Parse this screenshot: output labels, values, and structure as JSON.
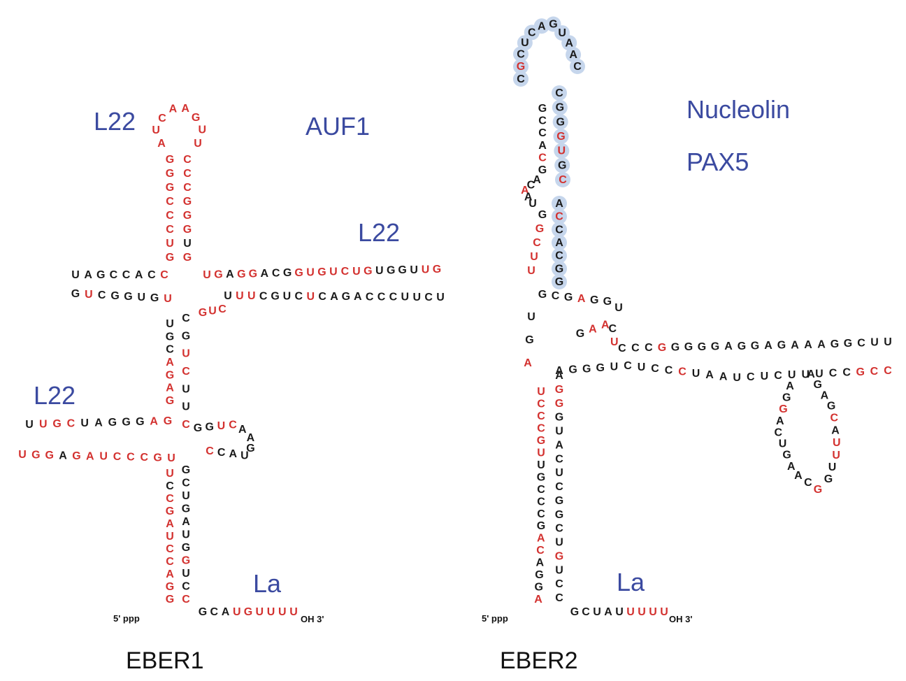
{
  "colors": {
    "black": "#1a1a1a",
    "red": "#d3312f",
    "label_blue": "#3b4aa0",
    "highlight": "#c6d6ec"
  },
  "labels": {
    "eber1_l22_top": "L22",
    "eber1_auf1": "AUF1",
    "eber1_l22_right": "L22",
    "eber1_l22_left": "L22",
    "eber1_la": "La",
    "eber2_nucleolin": "Nucleolin",
    "eber2_pax5": "PAX5",
    "eber2_la": "La"
  },
  "titles": {
    "eber1": "EBER1",
    "eber2": "EBER2"
  },
  "termini": {
    "eber1_5prime": "5' ppp",
    "eber1_3prime": "OH 3'",
    "eber2_5prime": "5' ppp",
    "eber2_3prime": "OH 3'"
  },
  "eber1": {
    "upper_stem_left": "GGGCCCUG",
    "upper_stem_left_colors": "RRRRRRRR",
    "upper_stem_right": "CCCGGGUG",
    "upper_stem_right_colors": "RRRRRRKR",
    "top_loop": "AUCAAGUU",
    "top_loop_colors": "RRRRRRRR",
    "left_arm_top": "UAGCCACC",
    "left_arm_top_colors": "KKKKKKKR",
    "left_arm_bottom": "GUCGGUGU",
    "left_arm_bottom_colors": "KRKKKKKR",
    "right_arm_top": "UGAGGACGGUGUCUGUGGUUG",
    "right_arm_top_colors": "RRKRRKKKRRRRRRRKKKKRR",
    "right_arm_bottom": "UUUCGUCUCAGACCCUUCU",
    "right_arm_bottom_colors": "KRRKKKKRKKKKKKKKKKK",
    "junction_extra": "GUC",
    "junction_extra_colors": "RRR",
    "mid_stem_left": "UGCAGAG",
    "mid_stem_left_colors": "KKKRRRR",
    "mid_stem_right": "CGUCUUC",
    "mid_stem_right_colors": "KKRRKKR",
    "lower_left_arm_top": "UUGCUAGGGAG",
    "lower_left_arm_top_colors": "KRRRKKKKKRR",
    "lower_left_arm_bottom": "UGGAGAUCCCGU",
    "lower_left_arm_bottom_colors": "RRRKRRRRRRRR",
    "lower_right_loop": "GGUCAAGUACC",
    "lower_right_loop_colors": "KKRRKKKKKKR",
    "bottom_stem_left": "UCCGAUCCAGG",
    "bottom_stem_left_colors": "RKRRRRRRRRR",
    "bottom_stem_right": "GCUGAUGGUCC",
    "bottom_stem_right_colors": "KKKKKKKRKKR",
    "tail": "GCAUGUUUU",
    "tail_colors": "KKKRRRRRR"
  },
  "eber2": {
    "top_loop": "CGCUCAGUAAC",
    "top_loop_colors": "KRKKKKKKKKK",
    "stem1_left": "GCCACG",
    "stem1_left_colors": "KKKKRK",
    "stem1_right": "CGGGUGC",
    "stem1_right_colors": "KKKRRKR",
    "bulge": "ACAAU",
    "bulge_colors": "KKRKK",
    "stem2_left": "GGCUU",
    "stem2_left_colors": "KRRRR",
    "stem2_right": "ACCACGG",
    "stem2_right_colors": "KRKKKKK",
    "junction": "GCGAGGU",
    "junction_colors": "KKKRKKK",
    "side_strand": "UGA",
    "side_strand_colors": "KKR",
    "branch_top": "GAACUCCCGGGGGAGGAGAAAGGCUU",
    "branch_top_colors": "KRRKRKKKRKKKKKKKKKKKKKKKKK",
    "branch_bottom": "AGGGUCUCCCUAAUCUCUUUCCGCC",
    "branch_bottom_colors": "KKKKKKKKKRKKKKKKKKKKKKRRR",
    "hairpin_left": "AGGACUGAACG",
    "hairpin_left_colors": "KKRKKKKKKKR",
    "hairpin_right": "AGAGCAUUUG",
    "hairpin_right_colors": "KKKKRKRRKK",
    "lower_stem_left": "UCCCGUUGCCCGACAGGA",
    "lower_stem_left_colors": "RRRRRRKKKKKKRRKKKR",
    "lower_stem_right": "AGGGUACUCGGCUGUCC",
    "lower_stem_right_colors": "KRRKKKKKKKKKKRKKK",
    "tail": "GCUAUUUUU",
    "tail_colors": "KKKKKRRRR"
  }
}
